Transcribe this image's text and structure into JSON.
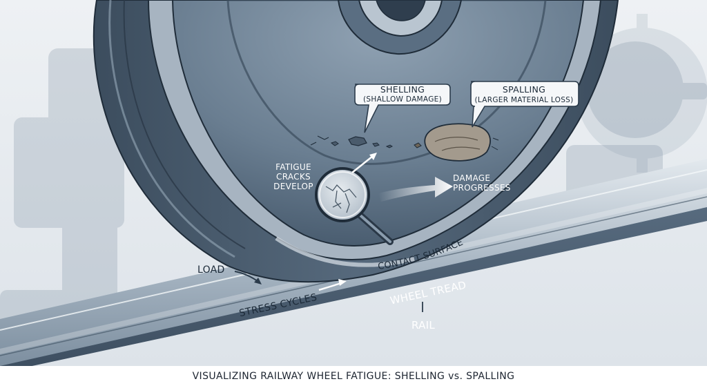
{
  "labels": {
    "shelling": "SHELLING",
    "shelling_sub": "(SHALLOW DAMAGE)",
    "spalling": "SPALLING",
    "spalling_sub": "(LARGER MATERIAL LOSS)",
    "fatigue_1": "FATIGUE",
    "fatigue_2": "CRACKS",
    "fatigue_3": "DEVELOP",
    "damage_1": "DAMAGE",
    "damage_2": "PROGRESSES",
    "contact_surface": "CONTACT SURFACE",
    "load": "LOAD",
    "stress_cycles": "STRESS CYCLES",
    "wheel_tread": "WHEEL TREAD",
    "rail": "RAIL"
  },
  "caption": "VISUALIZING RAILWAY WHEEL FATIGUE: SHELLING vs. SPALLING",
  "colors": {
    "steel_dark": "#3a4b5c",
    "steel_mid": "#6f8396",
    "steel_light": "#c5d0da",
    "outline": "#1f2c39",
    "background": "#e9edf1"
  }
}
